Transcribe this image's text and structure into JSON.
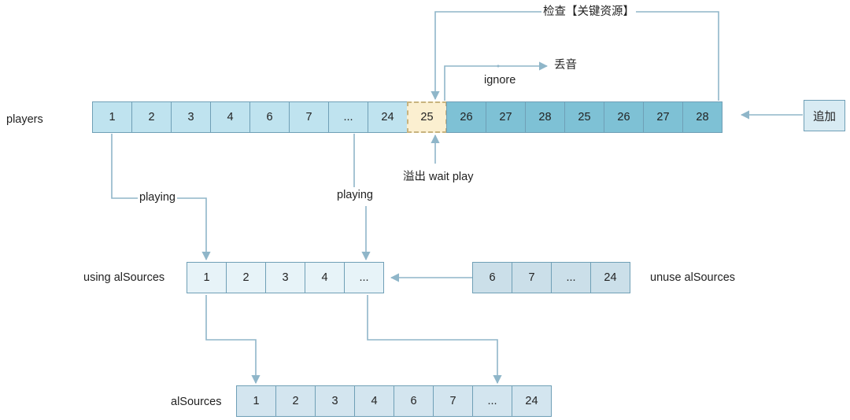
{
  "labels": {
    "players": "players",
    "using": "using alSources",
    "unuse": "unuse alSources",
    "alsources": "alSources",
    "check": "检查【关键资源】",
    "drop": "丢音",
    "ignore": "ignore",
    "overflow": "溢出 wait play",
    "playing_left": "playing",
    "playing_right": "playing",
    "append": "追加"
  },
  "players": [
    {
      "text": "1",
      "kind": "player"
    },
    {
      "text": "2",
      "kind": "player"
    },
    {
      "text": "3",
      "kind": "player"
    },
    {
      "text": "4",
      "kind": "player"
    },
    {
      "text": "6",
      "kind": "player"
    },
    {
      "text": "7",
      "kind": "player"
    },
    {
      "text": "...",
      "kind": "player"
    },
    {
      "text": "24",
      "kind": "player"
    },
    {
      "text": "25",
      "kind": "wait"
    },
    {
      "text": "26",
      "kind": "added"
    },
    {
      "text": "27",
      "kind": "added"
    },
    {
      "text": "28",
      "kind": "added"
    },
    {
      "text": "25",
      "kind": "added"
    },
    {
      "text": "26",
      "kind": "added"
    },
    {
      "text": "27",
      "kind": "added"
    },
    {
      "text": "28",
      "kind": "added"
    }
  ],
  "using_alsources": [
    "1",
    "2",
    "3",
    "4",
    "..."
  ],
  "unuse_alsources": [
    "6",
    "7",
    "...",
    "24"
  ],
  "alsources": [
    "1",
    "2",
    "3",
    "4",
    "6",
    "7",
    "...",
    "24"
  ],
  "colors": {
    "line": "#8fb6c9",
    "player": "#bfe3ef",
    "added": "#7ec1d5",
    "wait": "#fbefd0",
    "border": "#6f9fb6"
  }
}
